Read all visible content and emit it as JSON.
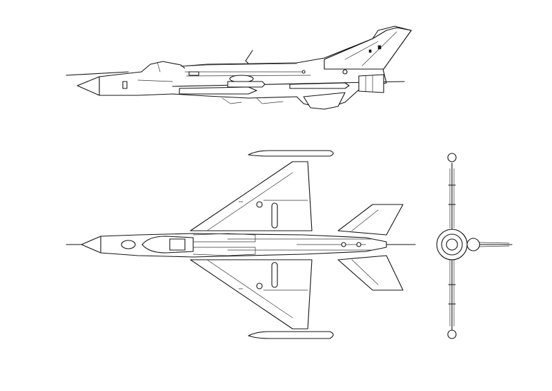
{
  "drawing": {
    "type": "three-view aircraft line drawing",
    "views": [
      "side",
      "top",
      "front"
    ],
    "line_color": "#111111",
    "background_color": "#ffffff"
  }
}
